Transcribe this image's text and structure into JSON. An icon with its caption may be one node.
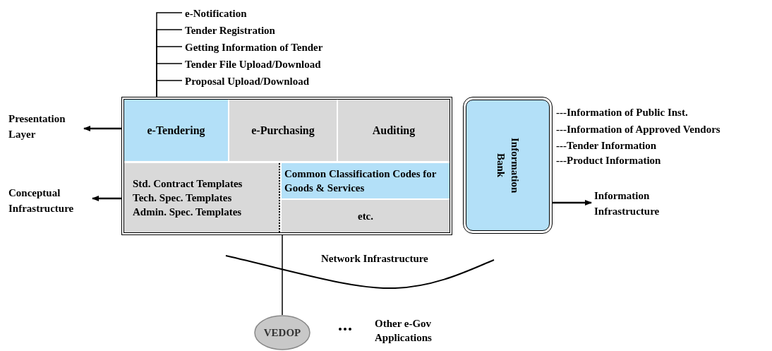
{
  "diagram": {
    "nodes": [
      {
        "text": [],
        "shape": "box"
      },
      {
        "text": [
          "e-Tendering"
        ],
        "in": 0
      },
      {
        "text": [
          "e-Purchasing"
        ],
        "in": 0
      },
      {
        "text": [
          "Auditing"
        ],
        "in": 0
      },
      {
        "text": [
          "Std. Contract Templates",
          "Tech. Spec. Templates",
          "Admin. Spec. Templates"
        ],
        "in": 0
      },
      {
        "text": [
          "Common Classification Codes for Goods & Services"
        ],
        "in": 0
      },
      {
        "text": [
          "etc."
        ],
        "in": 0
      },
      {
        "text": [
          "Information Bank"
        ],
        "beside": [
          "---Information of Public Inst.",
          "---Information of Approved Vendors",
          "---Tender Information",
          "---Product Information"
        ]
      },
      {
        "text": [
          "Presentation Layer"
        ]
      },
      {
        "text": [
          "Conceptual Infrastructure"
        ]
      },
      {
        "text": [
          "Information Infrastructure"
        ]
      },
      {
        "text": [
          "VEDOP"
        ]
      },
      {
        "text": [
          "e-Notification"
        ]
      },
      {
        "text": [
          "Tender Registration"
        ]
      },
      {
        "text": [
          "Getting Information of Tender"
        ]
      },
      {
        "text": [
          "Tender File Upload/Download"
        ]
      },
      {
        "text": [
          "Proposal Upload/Download"
        ]
      }
    ],
    "edges": [
      {
        "from": 0,
        "to": 8,
        "arrow": "to"
      },
      {
        "from": 0,
        "to": 9,
        "arrow": "to"
      },
      {
        "from": 7,
        "to": 10,
        "arrow": "to"
      },
      {
        "from": 0,
        "to": 11,
        "arrow": "none"
      },
      {
        "from": 0,
        "to": 12,
        "arrow": "none"
      },
      {
        "from": 0,
        "to": 13,
        "arrow": "none"
      },
      {
        "from": 0,
        "to": 14,
        "arrow": "none"
      },
      {
        "from": 0,
        "to": 15,
        "arrow": "none"
      },
      {
        "from": 0,
        "to": 16,
        "arrow": "none"
      }
    ],
    "labels": [
      "Network Infrastructure",
      "Other e-Gov Applications"
    ]
  }
}
